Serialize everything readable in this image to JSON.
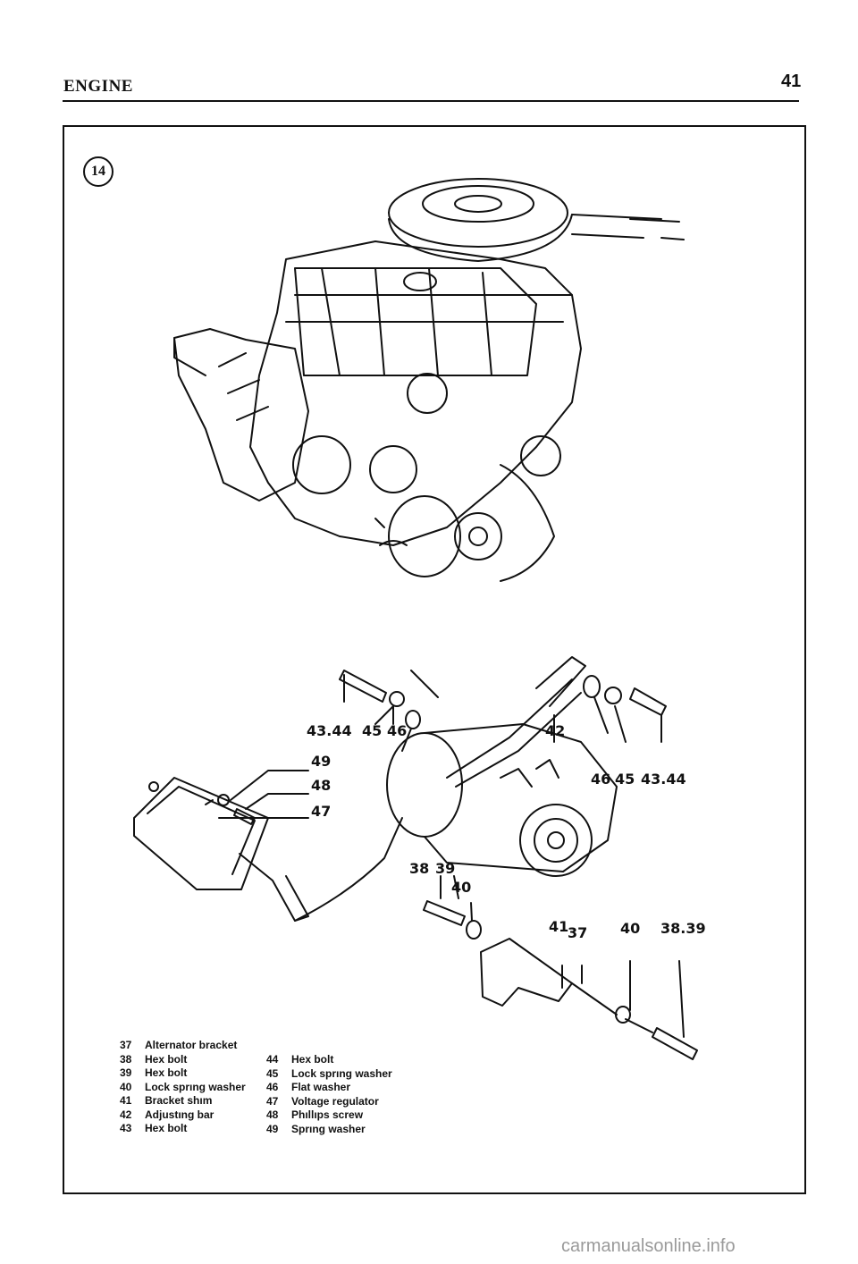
{
  "header": {
    "section_title": "ENGINE",
    "page_number": "41"
  },
  "figure": {
    "number": "14",
    "callouts": {
      "c_43_44_left": "43.44",
      "c_45_left": "45",
      "c_46_left": "46",
      "c_49": "49",
      "c_48": "48",
      "c_47": "47",
      "c_42": "42",
      "c_46_right": "46",
      "c_45_right": "45",
      "c_43_44_right": "43.44",
      "c_38_lower": "38",
      "c_39_lower": "39",
      "c_40_lower": "40",
      "c_41": "41",
      "c_37": "37",
      "c_40_right": "40",
      "c_38_39_right": "38.39"
    },
    "legend": {
      "left": [
        {
          "num": "37",
          "label": "Alternator bracket"
        },
        {
          "num": "38",
          "label": "Hex bolt"
        },
        {
          "num": "39",
          "label": "Hex bolt"
        },
        {
          "num": "40",
          "label": "Lock sprıng washer"
        },
        {
          "num": "41",
          "label": "Bracket shım"
        },
        {
          "num": "42",
          "label": "Adjustıng bar"
        },
        {
          "num": "43",
          "label": "Hex bolt"
        }
      ],
      "right": [
        {
          "num": "44",
          "label": "Hex bolt"
        },
        {
          "num": "45",
          "label": "Lock sprıng washer"
        },
        {
          "num": "46",
          "label": "Flat washer"
        },
        {
          "num": "47",
          "label": "Voltage regulator"
        },
        {
          "num": "48",
          "label": "Phıllıps screw"
        },
        {
          "num": "49",
          "label": "Sprıng washer"
        }
      ]
    }
  },
  "watermark": "carmanualsonline.info"
}
